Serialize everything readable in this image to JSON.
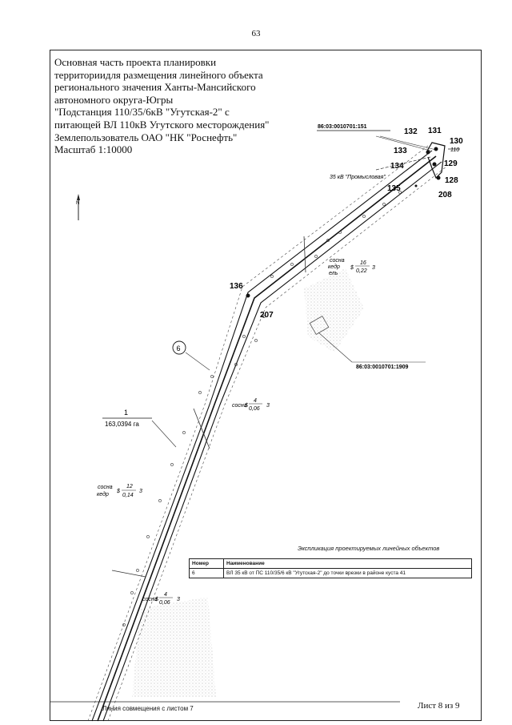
{
  "page": {
    "number": "63"
  },
  "title": {
    "lines": [
      "Основная часть проекта планировки",
      "территориидля размещения линейного объекта",
      "регионального значения Ханты-Мансийского",
      "автономного округа-Югры",
      "\"Подстанция 110/35/6кВ \"Угутская-2\" с",
      "питающей ВЛ 110кВ Угутского месторождения\"",
      "Землепользователь ОАО \"НК \"Роснефть\"",
      "Масштаб 1:10000"
    ]
  },
  "map": {
    "north": "N",
    "parcel_top": "86:03:0010701:151",
    "parcel_right": "86:03:0010701:1909",
    "points": {
      "p130": "130",
      "p131": "131",
      "p132": "132",
      "p133": "133",
      "p134": "134",
      "p128": "128",
      "p129": "129",
      "p135": "135",
      "p208": "208",
      "p136": "136",
      "p207": "207"
    },
    "line_110": "110",
    "line_label": "35 кВ \"Промысловая\"",
    "object_circle": "6",
    "area_num": "1",
    "area_val": "163,0394 га",
    "forest1": {
      "species1": "сосна",
      "species2": "кедр",
      "species3": "ель",
      "num": "16",
      "den": "0,22",
      "tail": "3"
    },
    "forest2": {
      "species1": "сосна",
      "num": "4",
      "den": "0,06",
      "tail": "3"
    },
    "forest3": {
      "species1": "сосна",
      "species2": "кедр",
      "num": "12",
      "den": "0,14",
      "tail": "3"
    },
    "forest4": {
      "species1": "сосна",
      "num": "4",
      "den": "0,06",
      "tail": "3"
    }
  },
  "explication": {
    "title": "Экспликация проектируемых линейных объектов",
    "headers": [
      "Номер",
      "Наименование"
    ],
    "rows": [
      [
        "6",
        "ВЛ 35 кВ от ПС 110/35/6 кВ \"Угутская-2\" до точки врезки в районе куста 41"
      ]
    ]
  },
  "footer": {
    "match_line": "Линия совмещения с листом 7",
    "sheet": "Лист 8 из 9"
  }
}
